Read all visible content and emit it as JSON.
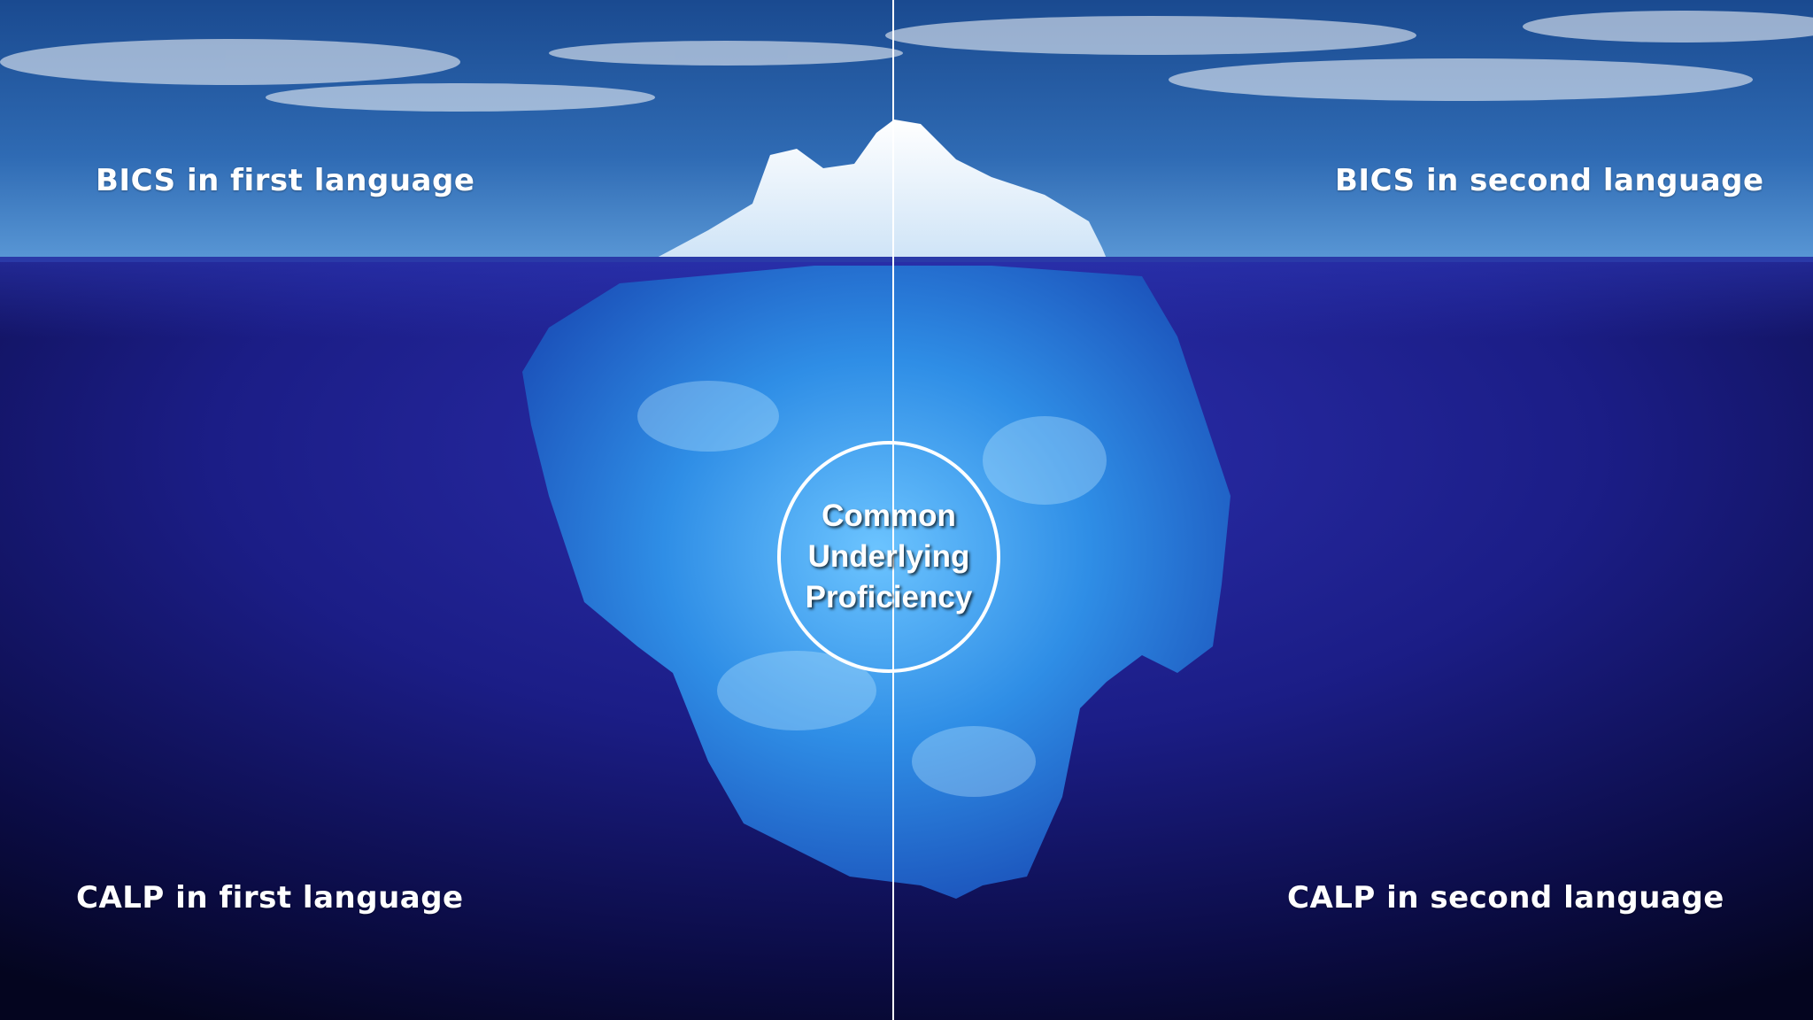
{
  "labels": {
    "bics_first": "BICS in first language",
    "bics_second": "BICS in second language",
    "calp_first": "CALP in first language",
    "calp_second": "CALP in second language"
  },
  "center": {
    "lines": [
      "Common",
      "Underlying",
      "Proficiency"
    ]
  },
  "colors": {
    "sky_top": "#1d4e94",
    "sky_horizon": "#4f8fd0",
    "water_surface": "#2a2fa8",
    "deep_water": "#06082a",
    "iceberg_above": "#f2f8ff",
    "iceberg_below": "#3a9be8",
    "divider": "#ffffff"
  }
}
